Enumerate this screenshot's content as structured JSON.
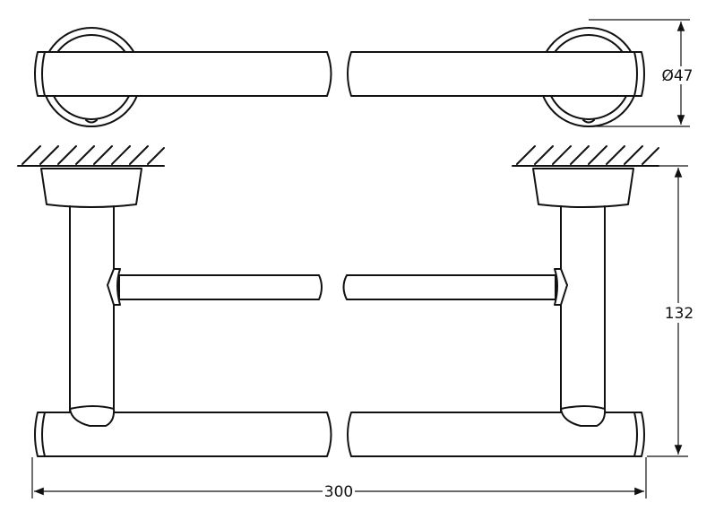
{
  "dimensions": {
    "diameter_label": "Ø47",
    "height_label": "132",
    "width_label": "300"
  },
  "colors": {
    "line": "#111111",
    "background": "#ffffff"
  }
}
